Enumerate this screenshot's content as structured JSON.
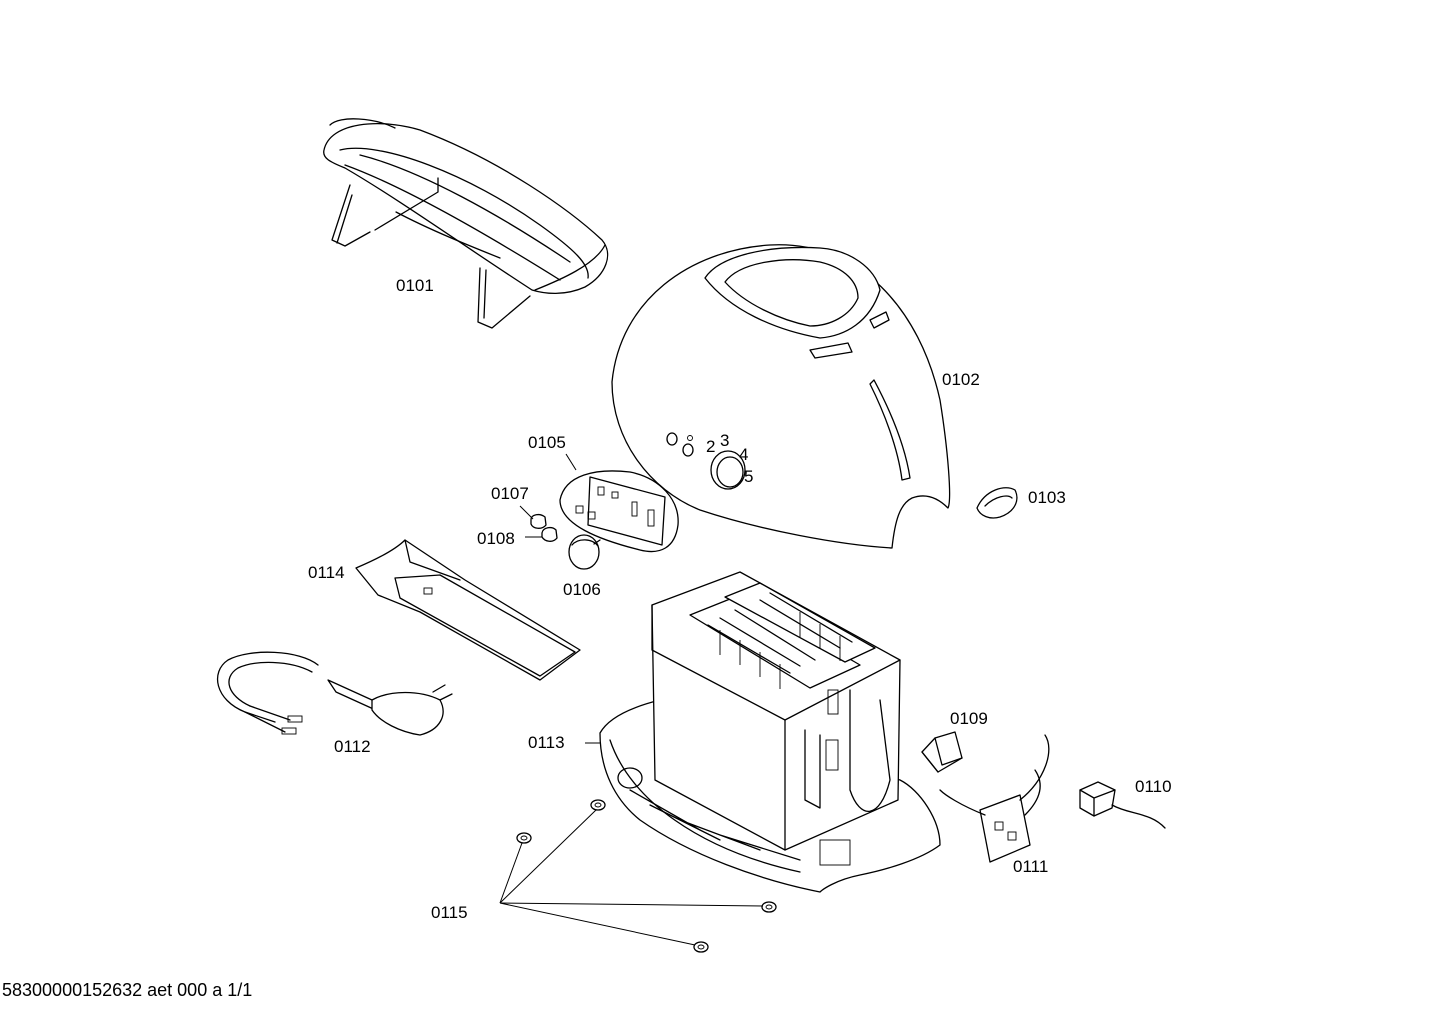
{
  "parts": [
    {
      "id": "p0101",
      "label": "0101"
    },
    {
      "id": "p0102",
      "label": "0102"
    },
    {
      "id": "p0103",
      "label": "0103"
    },
    {
      "id": "p0105",
      "label": "0105"
    },
    {
      "id": "p0106",
      "label": "0106"
    },
    {
      "id": "p0107",
      "label": "0107"
    },
    {
      "id": "p0108",
      "label": "0108"
    },
    {
      "id": "p0109",
      "label": "0109"
    },
    {
      "id": "p0110",
      "label": "0110"
    },
    {
      "id": "p0111",
      "label": "0111"
    },
    {
      "id": "p0112",
      "label": "0112"
    },
    {
      "id": "p0113",
      "label": "0113"
    },
    {
      "id": "p0114",
      "label": "0114"
    },
    {
      "id": "p0115",
      "label": "0115"
    }
  ],
  "dial_marks": [
    "2",
    "3",
    "4",
    "5"
  ],
  "footer": "58300000152632 aet 000 a 1/1"
}
